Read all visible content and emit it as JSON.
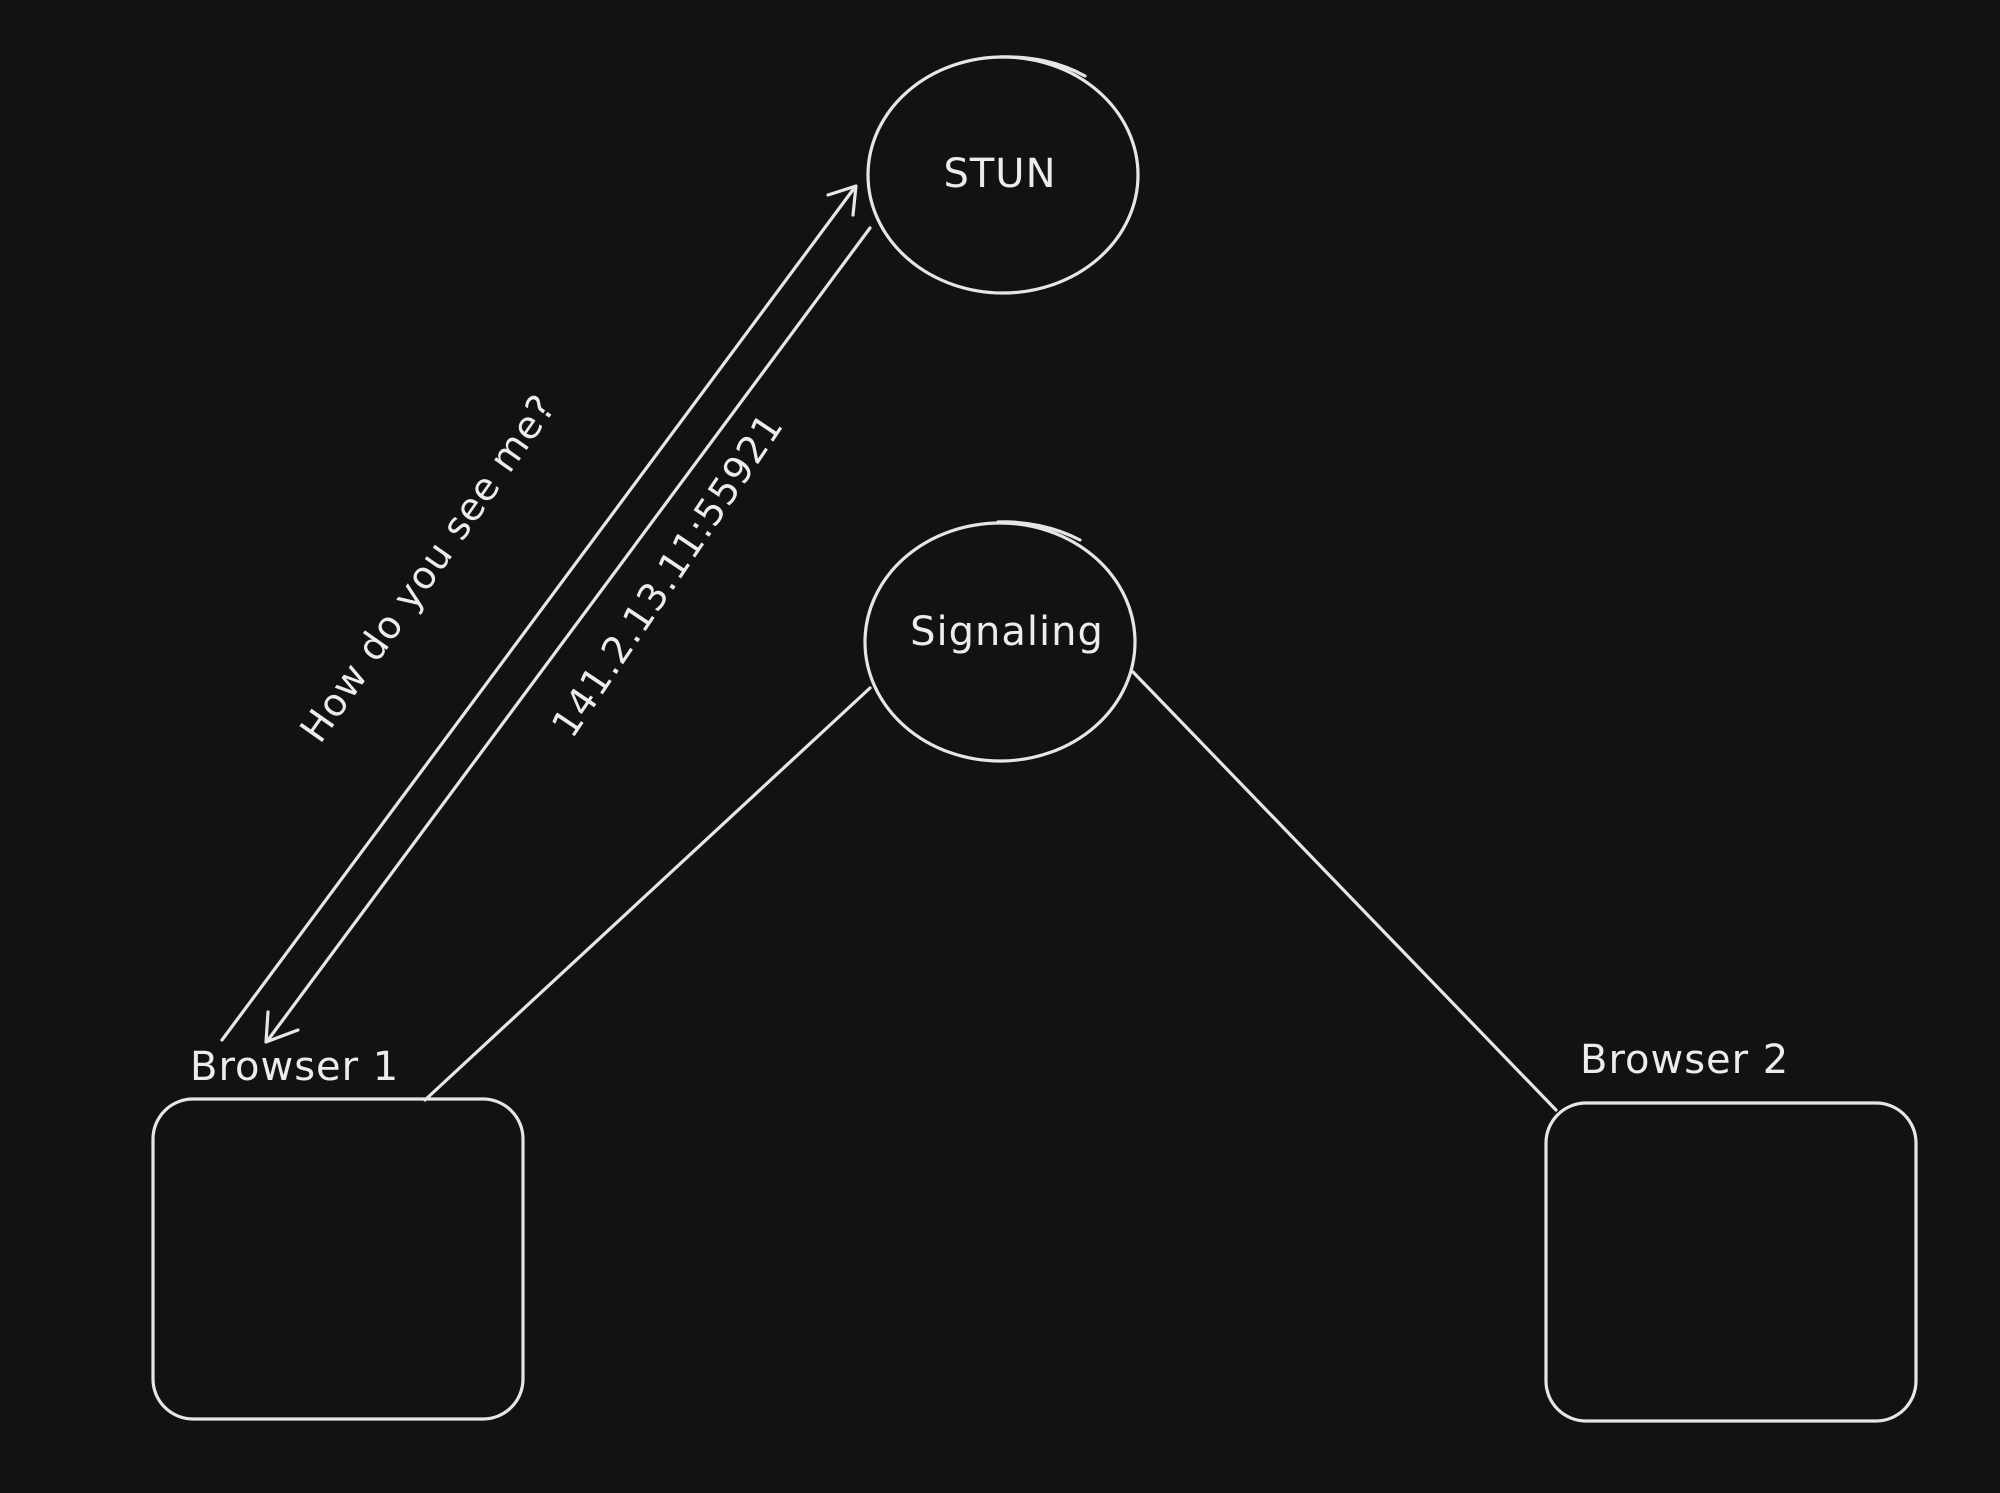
{
  "nodes": {
    "stun": {
      "label": "STUN"
    },
    "signaling": {
      "label": "Signaling"
    },
    "browser1": {
      "label": "Browser 1"
    },
    "browser2": {
      "label": "Browser 2"
    }
  },
  "edges": {
    "request_label": "How do you see me?",
    "response_label": "141.2.13.11:55921"
  },
  "colors": {
    "background": "#121212",
    "stroke": "#e6e6e6"
  }
}
